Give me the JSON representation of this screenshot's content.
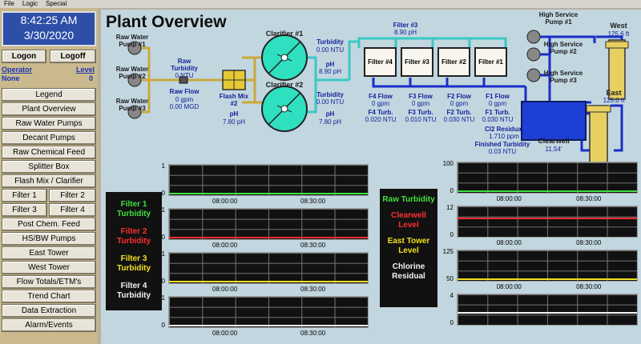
{
  "menu": [
    "File",
    "Logic",
    "Special"
  ],
  "clock": {
    "time": "8:42:25 AM",
    "date": "3/30/2020"
  },
  "auth": {
    "logon": "Logon",
    "logoff": "Logoff"
  },
  "operator": {
    "label": "Operator",
    "value": "None",
    "level_label": "Level",
    "level_value": "0"
  },
  "nav": {
    "legend": "Legend",
    "plant_overview": "Plant Overview",
    "raw_water_pumps": "Raw Water Pumps",
    "decant_pumps": "Decant Pumps",
    "raw_chemical_feed": "Raw Chemical Feed",
    "splitter_box": "Splitter Box",
    "flash_mix": "Flash Mix / Clarifier",
    "filter1": "Filter 1",
    "filter2": "Filter 2",
    "filter3": "Filter 3",
    "filter4": "Filter 4",
    "post_chem": "Post Chem. Feed",
    "hsbw": "HS/BW Pumps",
    "east_tower": "East Tower",
    "west_tower": "West Tower",
    "flow_totals": "Flow Totals/ETM's",
    "trend_chart": "Trend Chart",
    "data_extraction": "Data Extraction",
    "alarm_events": "Alarm/Events"
  },
  "page": {
    "title": "Plant Overview"
  },
  "pumps": {
    "rw1": "Raw Water Pump #1",
    "rw2": "Raw Water Pump #2",
    "rw3": "Raw Water Pump #3"
  },
  "raw_turbidity": {
    "label": "Raw Turbidity",
    "value": "0 NTU"
  },
  "raw_flow": {
    "label": "Raw Flow",
    "value1": "0 gpm",
    "value2": "0.00 MGD"
  },
  "flash_mix": {
    "label": "Flash Mix #2",
    "ph_label": "pH",
    "ph_value": "7.80 pH"
  },
  "clarifier1": {
    "label": "Clarifier #1",
    "turb_label": "Turbidity",
    "turb_value": "0.00 NTU",
    "ph_label": "pH",
    "ph_value": "8.90 pH"
  },
  "clarifier2": {
    "label": "Clarifier #2",
    "turb_label": "Turbidity",
    "turb_value": "0.00 NTU",
    "ph_label": "pH",
    "ph_value": "7.80 pH"
  },
  "filter3_ph": {
    "label": "Filter #3",
    "value": "8.90 pH"
  },
  "filters": [
    "Filter #4",
    "Filter #3",
    "Filter #2",
    "Filter #1"
  ],
  "filter_flows": [
    {
      "flow_label": "F4 Flow",
      "flow": "0 gpm",
      "turb_label": "F4 Turb.",
      "turb": "0.020 NTU"
    },
    {
      "flow_label": "F3 Flow",
      "flow": "0 gpm",
      "turb_label": "F3 Turb.",
      "turb": "0.010 NTU"
    },
    {
      "flow_label": "F2 Flow",
      "flow": "0 gpm",
      "turb_label": "F2 Turb.",
      "turb": "0.030 NTU"
    },
    {
      "flow_label": "F1 Flow",
      "flow": "0 gpm",
      "turb_label": "F1 Turb.",
      "turb": "0.030 NTU"
    }
  ],
  "cl2": {
    "label": "Cl2 Residual",
    "value": "1.710 ppm"
  },
  "finished_turbidity": {
    "label": "Finished Turbidity",
    "value": "0.03 NTU"
  },
  "clearwell": {
    "label": "Clearwell",
    "value": "11.54'"
  },
  "hs_pumps": {
    "p1": "High Service Pump #1",
    "p2": "High Service Pump #2",
    "p3": "High Service Pump #3"
  },
  "west": {
    "label": "West",
    "value": "125.6 ft"
  },
  "east": {
    "label": "East",
    "value": "125.0 ft"
  },
  "trends_left": {
    "legend": [
      {
        "text": "Filter 1 Turbidity",
        "color": "#3fe03f"
      },
      {
        "text": "Filter 2 Turbidity",
        "color": "#ff3030"
      },
      {
        "text": "Filter 3 Turbidity",
        "color": "#f0e020"
      },
      {
        "text": "Filter 4 Turbidity",
        "color": "#f4f4f4"
      }
    ],
    "ymax": [
      "1",
      "1",
      "1",
      "1"
    ],
    "ymin": [
      "0",
      "0",
      "0",
      "0"
    ],
    "times": [
      "08:00:00",
      "08:30:00"
    ]
  },
  "trends_right": {
    "legend": [
      {
        "text": "Raw Turbidity",
        "color": "#3fe03f"
      },
      {
        "text": "Clearwell Level",
        "color": "#ff3030"
      },
      {
        "text": "East Tower Level",
        "color": "#f0e020"
      },
      {
        "text": "Chlorine Residual",
        "color": "#f4f4f4"
      }
    ],
    "ymax": [
      "100",
      "12",
      "125",
      "4"
    ],
    "ymin": [
      "0",
      "0",
      "50",
      "0"
    ],
    "times": [
      "08:00:00",
      "08:30:00"
    ]
  }
}
